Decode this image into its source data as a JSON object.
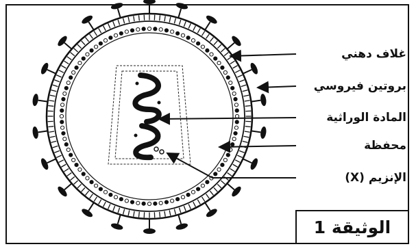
{
  "labels": {
    "lipid_envelope": "غلاف دهني",
    "viral_protein": "بروتين فيروسي",
    "genetic_material": "المادة الوراثية",
    "capsid": "محفظة",
    "enzyme_x": "الإنزيم (X)"
  },
  "document_label": "الوثيقة 1",
  "colors": {
    "ink": "#111111",
    "background": "#ffffff"
  }
}
